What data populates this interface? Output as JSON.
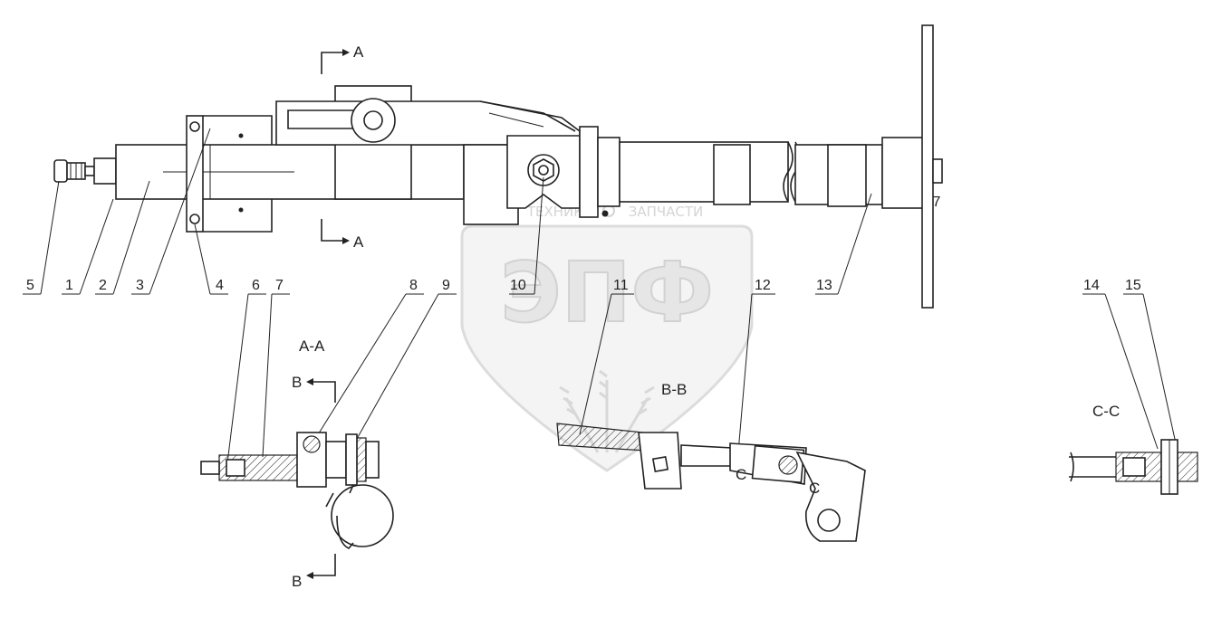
{
  "watermark": {
    "brand_left": "ТЕХНИКА",
    "brand_right": "ЗАПЧАСТИ",
    "logo": "ЭПФ"
  },
  "section_labels": {
    "a_top": "A",
    "a_bottom": "A",
    "aa_title": "A-A",
    "b_top": "B",
    "b_bottom": "B",
    "bb_title": "B-B",
    "c_left": "C",
    "c_right": "C",
    "cc_title": "C-C",
    "marker_7": "7"
  },
  "callouts": [
    "5",
    "1",
    "2",
    "3",
    "4",
    "6",
    "7",
    "8",
    "9",
    "10",
    "11",
    "12",
    "13",
    "14",
    "15"
  ]
}
